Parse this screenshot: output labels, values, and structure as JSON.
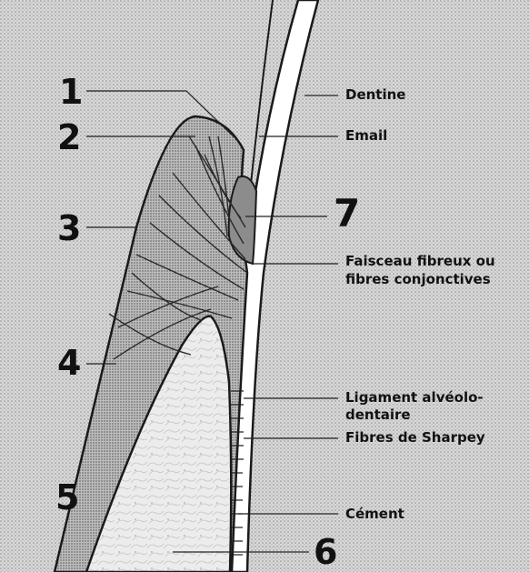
{
  "numbers": {
    "n1": "1",
    "n2": "2",
    "n3": "3",
    "n4": "4",
    "n5": "5",
    "n6": "6",
    "n7": "7"
  },
  "labels": {
    "dentine": "Dentine",
    "email": "Email",
    "faisceau_line1": "Faisceau fibreux ou",
    "faisceau_line2": "fibres conjonctives",
    "ligament_line1": "Ligament alvéolo-",
    "ligament_line2": "dentaire",
    "sharpey": "Fibres de Sharpey",
    "cement": "Cément"
  },
  "colors": {
    "background_stipple": "#c9c9c9",
    "gingiva": "#b5b5b5",
    "bone": "#dedede",
    "tooth": "#ffffff",
    "line": "#1a1a1a"
  }
}
